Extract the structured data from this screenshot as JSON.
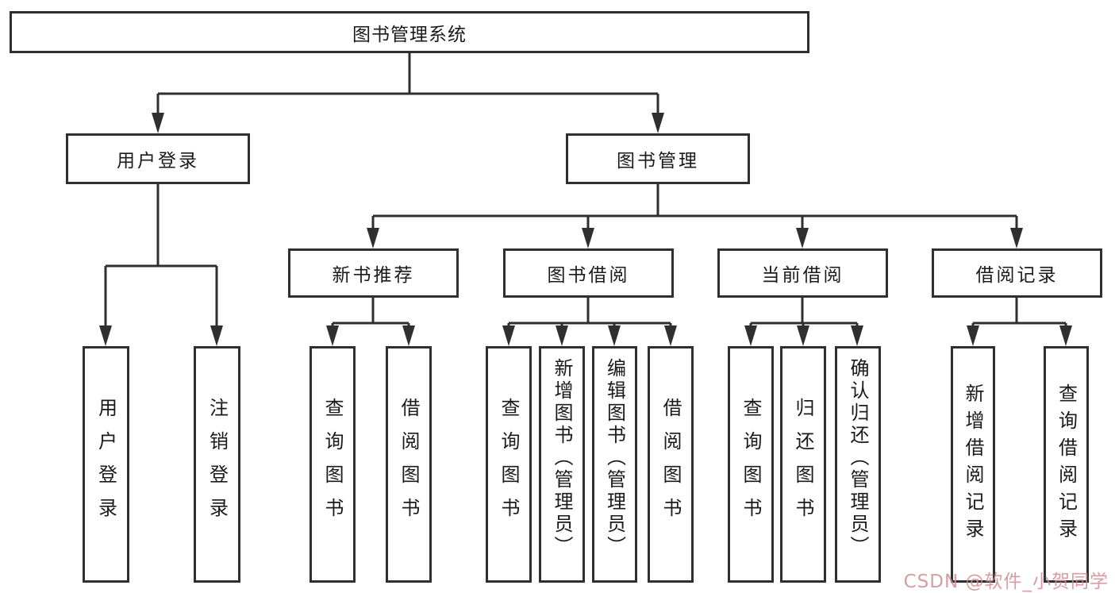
{
  "tree": {
    "root": {
      "label": "图书管理系统"
    },
    "user_login": {
      "label": "用户登录",
      "children": [
        {
          "label": "用户登录"
        },
        {
          "label": "注销登录"
        }
      ]
    },
    "book_management": {
      "label": "图书管理",
      "children": [
        {
          "label": "新书推荐",
          "children": [
            {
              "label": "查询图书"
            },
            {
              "label": "借阅图书"
            }
          ]
        },
        {
          "label": "图书借阅",
          "children": [
            {
              "label": "查询图书"
            },
            {
              "label": "新增图书（管理员）"
            },
            {
              "label": "编辑图书（管理员）"
            },
            {
              "label": "借阅图书"
            }
          ]
        },
        {
          "label": "当前借阅",
          "children": [
            {
              "label": "查询图书"
            },
            {
              "label": "归还图书"
            },
            {
              "label": "确认归还（管理员）"
            }
          ]
        },
        {
          "label": "借阅记录",
          "children": [
            {
              "label": "新增借阅记录"
            },
            {
              "label": "查询借阅记录"
            }
          ]
        }
      ]
    }
  },
  "watermark": "CSDN @软件_小贺同学",
  "colors": {
    "line": "#2f2f2f",
    "text": "#1a1a1a",
    "watermark": "#d38b92"
  }
}
